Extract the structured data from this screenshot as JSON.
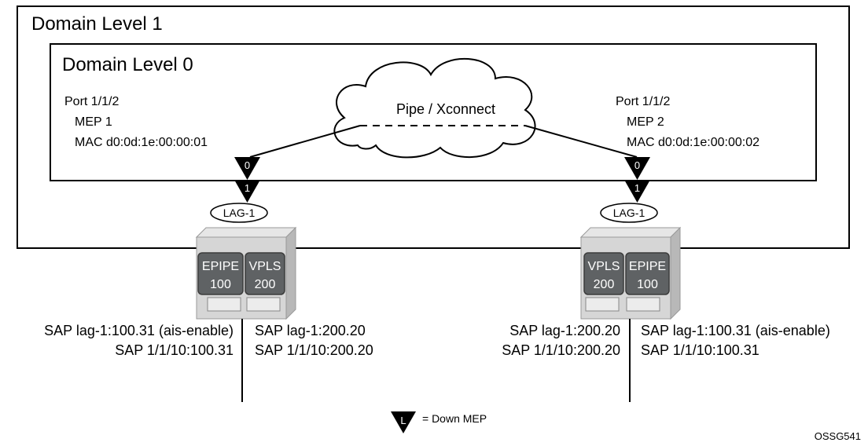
{
  "domain1": {
    "label": "Domain Level 1"
  },
  "domain0": {
    "label": "Domain Level 0"
  },
  "cloud": {
    "label": "Pipe / Xconnect"
  },
  "left_node": {
    "port": "Port 1/1/2",
    "mep": "MEP 1",
    "mac": "MAC d0:0d:1e:00:00:01",
    "mep_level_top": "0",
    "mep_level_bottom": "1",
    "lag": "LAG-1",
    "service_a": {
      "name": "EPIPE",
      "id": "100"
    },
    "service_b": {
      "name": "VPLS",
      "id": "200"
    },
    "sap_left_1": "SAP lag-1:100.31 (ais-enable)",
    "sap_left_2": "SAP 1/1/10:100.31",
    "sap_right_1": "SAP lag-1:200.20",
    "sap_right_2": "SAP 1/1/10:200.20"
  },
  "right_node": {
    "port": "Port 1/1/2",
    "mep": "MEP 2",
    "mac": "MAC d0:0d:1e:00:00:02",
    "mep_level_top": "0",
    "mep_level_bottom": "1",
    "lag": "LAG-1",
    "service_a": {
      "name": "VPLS",
      "id": "200"
    },
    "service_b": {
      "name": "EPIPE",
      "id": "100"
    },
    "sap_left_1": "SAP lag-1:200.20",
    "sap_left_2": "SAP 1/1/10:200.20",
    "sap_right_1": "SAP lag-1:100.31 (ais-enable)",
    "sap_right_2": "SAP 1/1/10:100.31"
  },
  "legend": {
    "symbol": "L",
    "text": "= Down MEP"
  },
  "figure_id": "OSSG541",
  "colors": {
    "switch_face": "#d6d6d6",
    "switch_side": "#b8b8b8",
    "service_box": "#5f6264",
    "stroke": "#000000"
  }
}
